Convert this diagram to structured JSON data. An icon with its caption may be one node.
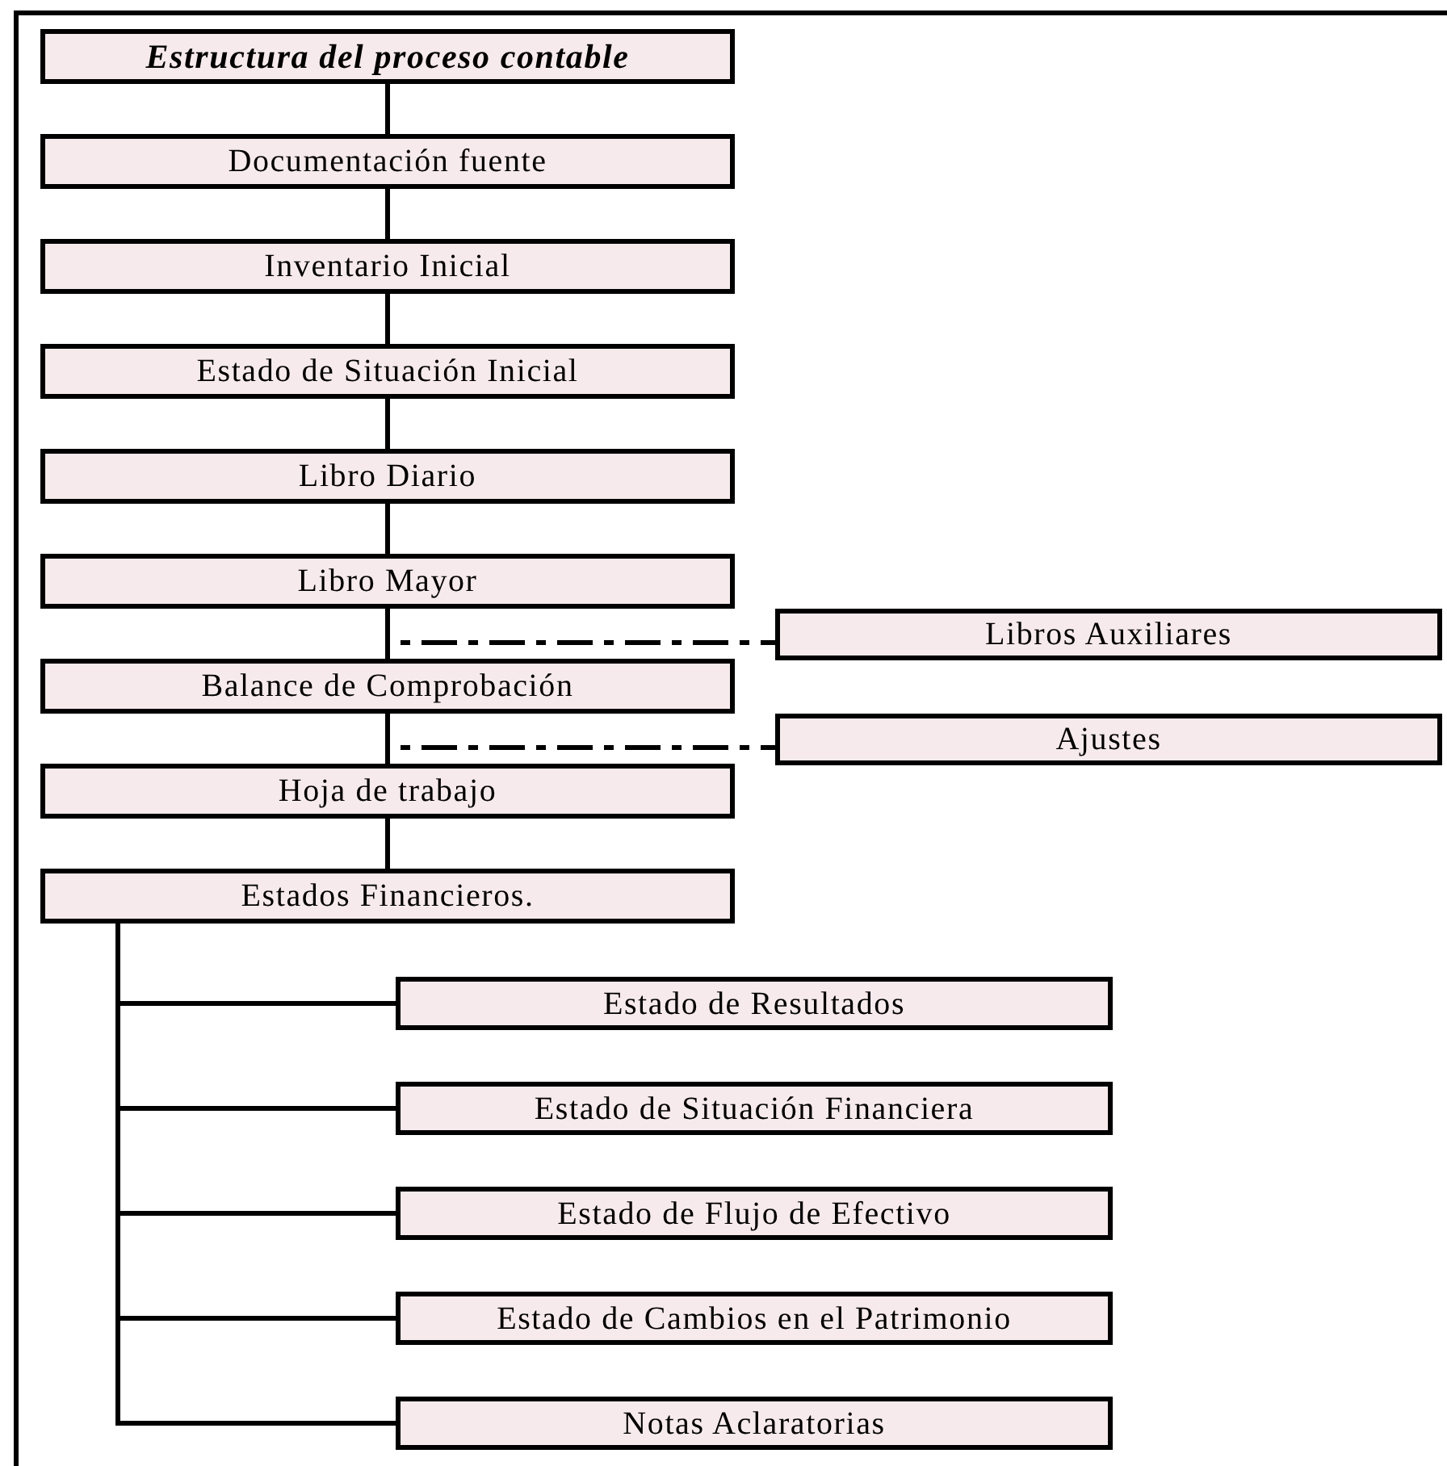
{
  "diagram": {
    "nodes": [
      {
        "text": [
          "Estructura del proceso contable"
        ]
      },
      {
        "text": [
          "Documentación fuente"
        ]
      },
      {
        "text": [
          "Inventario Inicial"
        ]
      },
      {
        "text": [
          "Estado de Situación Inicial"
        ]
      },
      {
        "text": [
          "Libro Diario"
        ]
      },
      {
        "text": [
          "Libro Mayor"
        ]
      },
      {
        "text": [
          "Libros Auxiliares"
        ]
      },
      {
        "text": [
          "Balance de Comprobación"
        ]
      },
      {
        "text": [
          "Ajustes"
        ]
      },
      {
        "text": [
          "Hoja de trabajo"
        ]
      },
      {
        "text": [
          "Estados Financieros."
        ]
      },
      {
        "text": [
          "Estado de Resultados"
        ]
      },
      {
        "text": [
          "Estado de Situación Financiera"
        ]
      },
      {
        "text": [
          "Estado de Flujo de Efectivo"
        ]
      },
      {
        "text": [
          "Estado de Cambios en el Patrimonio"
        ]
      },
      {
        "text": [
          "Notas Aclaratorias"
        ]
      }
    ],
    "edges": [
      {
        "from": 0,
        "to": 1,
        "arrow": "none"
      },
      {
        "from": 1,
        "to": 2,
        "arrow": "none"
      },
      {
        "from": 2,
        "to": 3,
        "arrow": "none"
      },
      {
        "from": 3,
        "to": 4,
        "arrow": "none"
      },
      {
        "from": 4,
        "to": 5,
        "arrow": "none"
      },
      {
        "from": 5,
        "to": 7,
        "arrow": "none"
      },
      {
        "from": 5,
        "to": 6,
        "arrow": "none",
        "style": "dashed"
      },
      {
        "from": 7,
        "to": 9,
        "arrow": "none"
      },
      {
        "from": 7,
        "to": 8,
        "arrow": "none",
        "style": "dashed"
      },
      {
        "from": 9,
        "to": 10,
        "arrow": "none"
      },
      {
        "from": 10,
        "to": 11,
        "arrow": "none"
      },
      {
        "from": 10,
        "to": 12,
        "arrow": "none"
      },
      {
        "from": 10,
        "to": 13,
        "arrow": "none"
      },
      {
        "from": 10,
        "to": 14,
        "arrow": "none"
      },
      {
        "from": 10,
        "to": 15,
        "arrow": "none"
      }
    ]
  }
}
